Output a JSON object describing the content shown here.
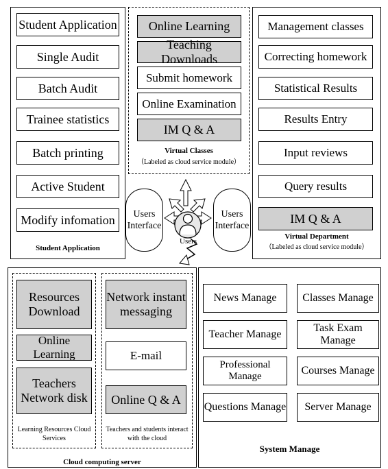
{
  "student_app": {
    "items": [
      "Student Application",
      "Single Audit",
      "Batch Audit",
      "Trainee statistics",
      "Batch printing",
      "Active Student",
      "Modify infomation"
    ],
    "caption": "Student Application"
  },
  "virtual_classes": {
    "items": [
      "Online Learning",
      "Teaching Downloads",
      "Submit homework",
      "Online Examination",
      "IM Q & A"
    ],
    "highlighted": [
      true,
      true,
      false,
      false,
      true
    ],
    "caption": "Virtual Classes",
    "subcaption": "（Labeled as cloud service module）"
  },
  "virtual_department": {
    "items": [
      "Management classes",
      "Correcting homework",
      "Statistical Results",
      "Results Entry",
      "Input reviews",
      "Query results",
      "IM Q & A"
    ],
    "highlighted": [
      false,
      false,
      false,
      false,
      false,
      false,
      true
    ],
    "caption": "Virtual Department",
    "subcaption": "（Labeled as cloud service module）"
  },
  "center": {
    "left_interface": "Users Interface",
    "right_interface": "Users Interface",
    "users_label": "Users",
    "user_icon": "person-icon"
  },
  "cloud": {
    "resources": [
      "Resources Download",
      "Online Learning",
      "Teachers Network disk"
    ],
    "resources_note": "Learning Resources Cloud Services",
    "interact": [
      "Network instant messaging",
      "E-mail",
      "Online Q & A"
    ],
    "interact_highlighted": [
      true,
      false,
      true
    ],
    "interact_note": "Teachers and students interact with the cloud",
    "caption": "Cloud computing server"
  },
  "system_manage": {
    "items": [
      "News Manage",
      "Classes Manage",
      "Teacher Manage",
      "Task Exam Manage",
      "Professional Manage",
      "Courses Manage",
      "Questions Manage",
      "Server Manage"
    ],
    "caption": "System Manage"
  },
  "colors": {
    "highlight": "#d0d0d0",
    "border": "#000000"
  }
}
